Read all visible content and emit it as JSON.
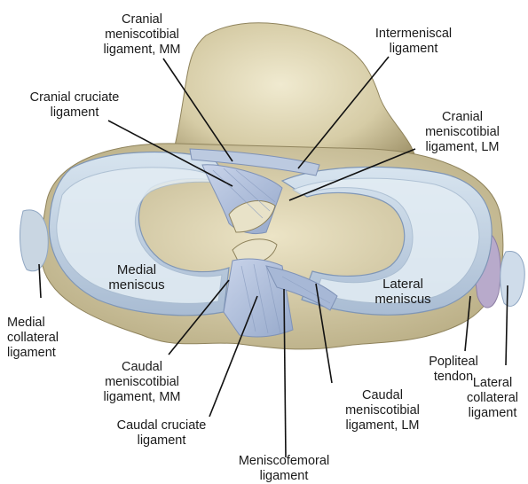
{
  "labels": {
    "cranial_meniscotibial_mm": "Cranial\nmeniscotibial\nligament, MM",
    "intermeniscal": "Intermeniscal\nligament",
    "cranial_cruciate": "Cranial cruciate\nligament",
    "cranial_meniscotibial_lm": "Cranial\nmeniscotibial\nligament, LM",
    "medial_meniscus": "Medial\nmeniscus",
    "lateral_meniscus": "Lateral\nmeniscus",
    "medial_collateral": "Medial\ncollateral\nligament",
    "caudal_meniscotibial_mm": "Caudal\nmeniscotibial\nligament, MM",
    "popliteal_tendon": "Popliteal\ntendon",
    "caudal_meniscotibial_lm": "Caudal\nmeniscotibial\nligament, LM",
    "lateral_collateral": "Lateral\ncollateral\nligament",
    "caudal_cruciate": "Caudal cruciate\nligament",
    "meniscofemoral": "Meniscofemoral\nligament"
  },
  "colors": {
    "bone": "#e0d8b8",
    "bone_shadow": "#a89c72",
    "meniscus": "#c9d8e6",
    "meniscus_edge": "#8fa6c2",
    "cartilage": "#e4eef4",
    "ligament": "#aebfd9",
    "tendon": "#b6a9c9",
    "leader": "#111111"
  }
}
